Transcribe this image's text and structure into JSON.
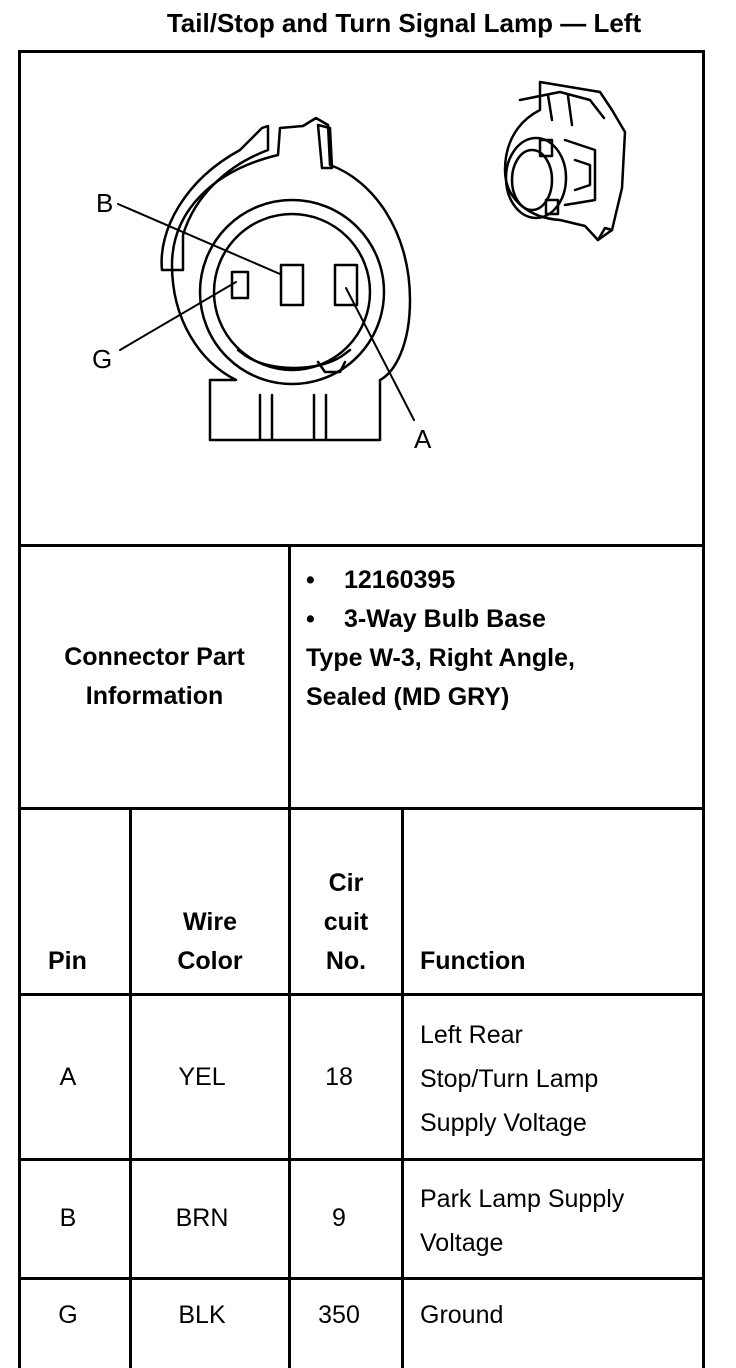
{
  "title": "Tail/Stop and Turn Signal Lamp — Left",
  "diagram": {
    "labels": {
      "b": "B",
      "g": "G",
      "a": "A"
    }
  },
  "connector_info": {
    "label_line1": "Connector Part",
    "label_line2": "Information",
    "items": [
      "12160395",
      "3-Way Bulb Base"
    ],
    "description_line1": "Type W-3, Right Angle,",
    "description_line2": "Sealed (MD GRY)"
  },
  "table": {
    "headers": {
      "pin": "Pin",
      "wire_color_line1": "Wire",
      "wire_color_line2": "Color",
      "circuit_line1": "Cir",
      "circuit_line2": "cuit",
      "circuit_line3": "No.",
      "function": "Function"
    },
    "rows": [
      {
        "pin": "A",
        "color": "YEL",
        "circuit": "18",
        "function_lines": [
          "Left Rear",
          "Stop/Turn Lamp",
          "Supply Voltage"
        ]
      },
      {
        "pin": "B",
        "color": "BRN",
        "circuit": "9",
        "function_lines": [
          "Park Lamp Supply",
          "Voltage"
        ]
      },
      {
        "pin": "G",
        "color": "BLK",
        "circuit": "350",
        "function_lines": [
          "Ground"
        ]
      }
    ]
  }
}
